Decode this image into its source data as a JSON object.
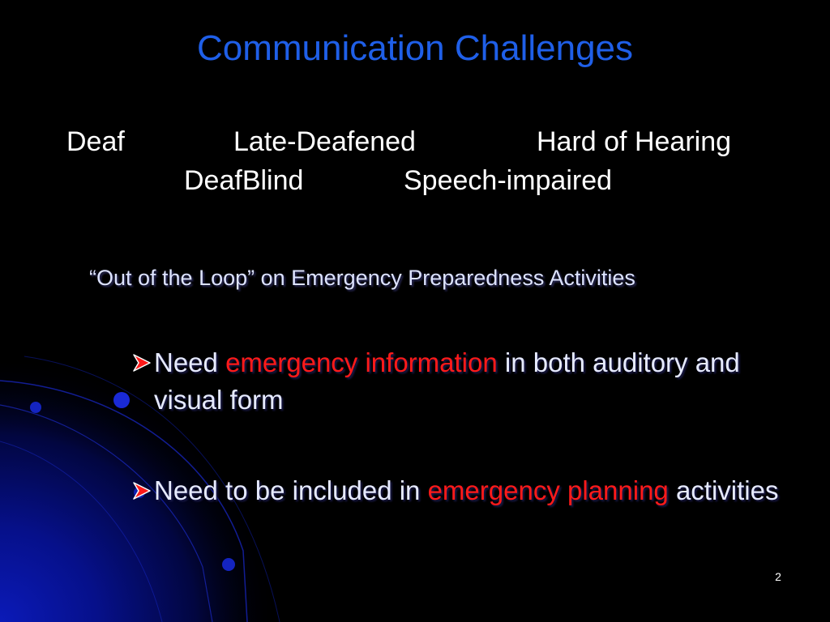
{
  "slide": {
    "title": "Communication Challenges",
    "categories": [
      "Deaf",
      "Late-Deafened",
      "Hard of Hearing",
      "DeafBlind",
      "Speech-impaired"
    ],
    "subtitle": "“Out of the Loop” on Emergency Preparedness Activities",
    "bullets": [
      {
        "before": "Need ",
        "emphasis": "emergency information",
        "after": " in both auditory and visual form"
      },
      {
        "before": "Need to be included in ",
        "emphasis": "emergency planning",
        "after": " activities"
      }
    ],
    "page_number": "2"
  },
  "colors": {
    "background": "#000000",
    "title": "#1f5fe8",
    "body_text": "#ffffff",
    "emphasis": "#ff1a1a",
    "decor_blue": "#0a14a0"
  },
  "icons": {
    "bullet": "arrow-bullet-icon"
  }
}
